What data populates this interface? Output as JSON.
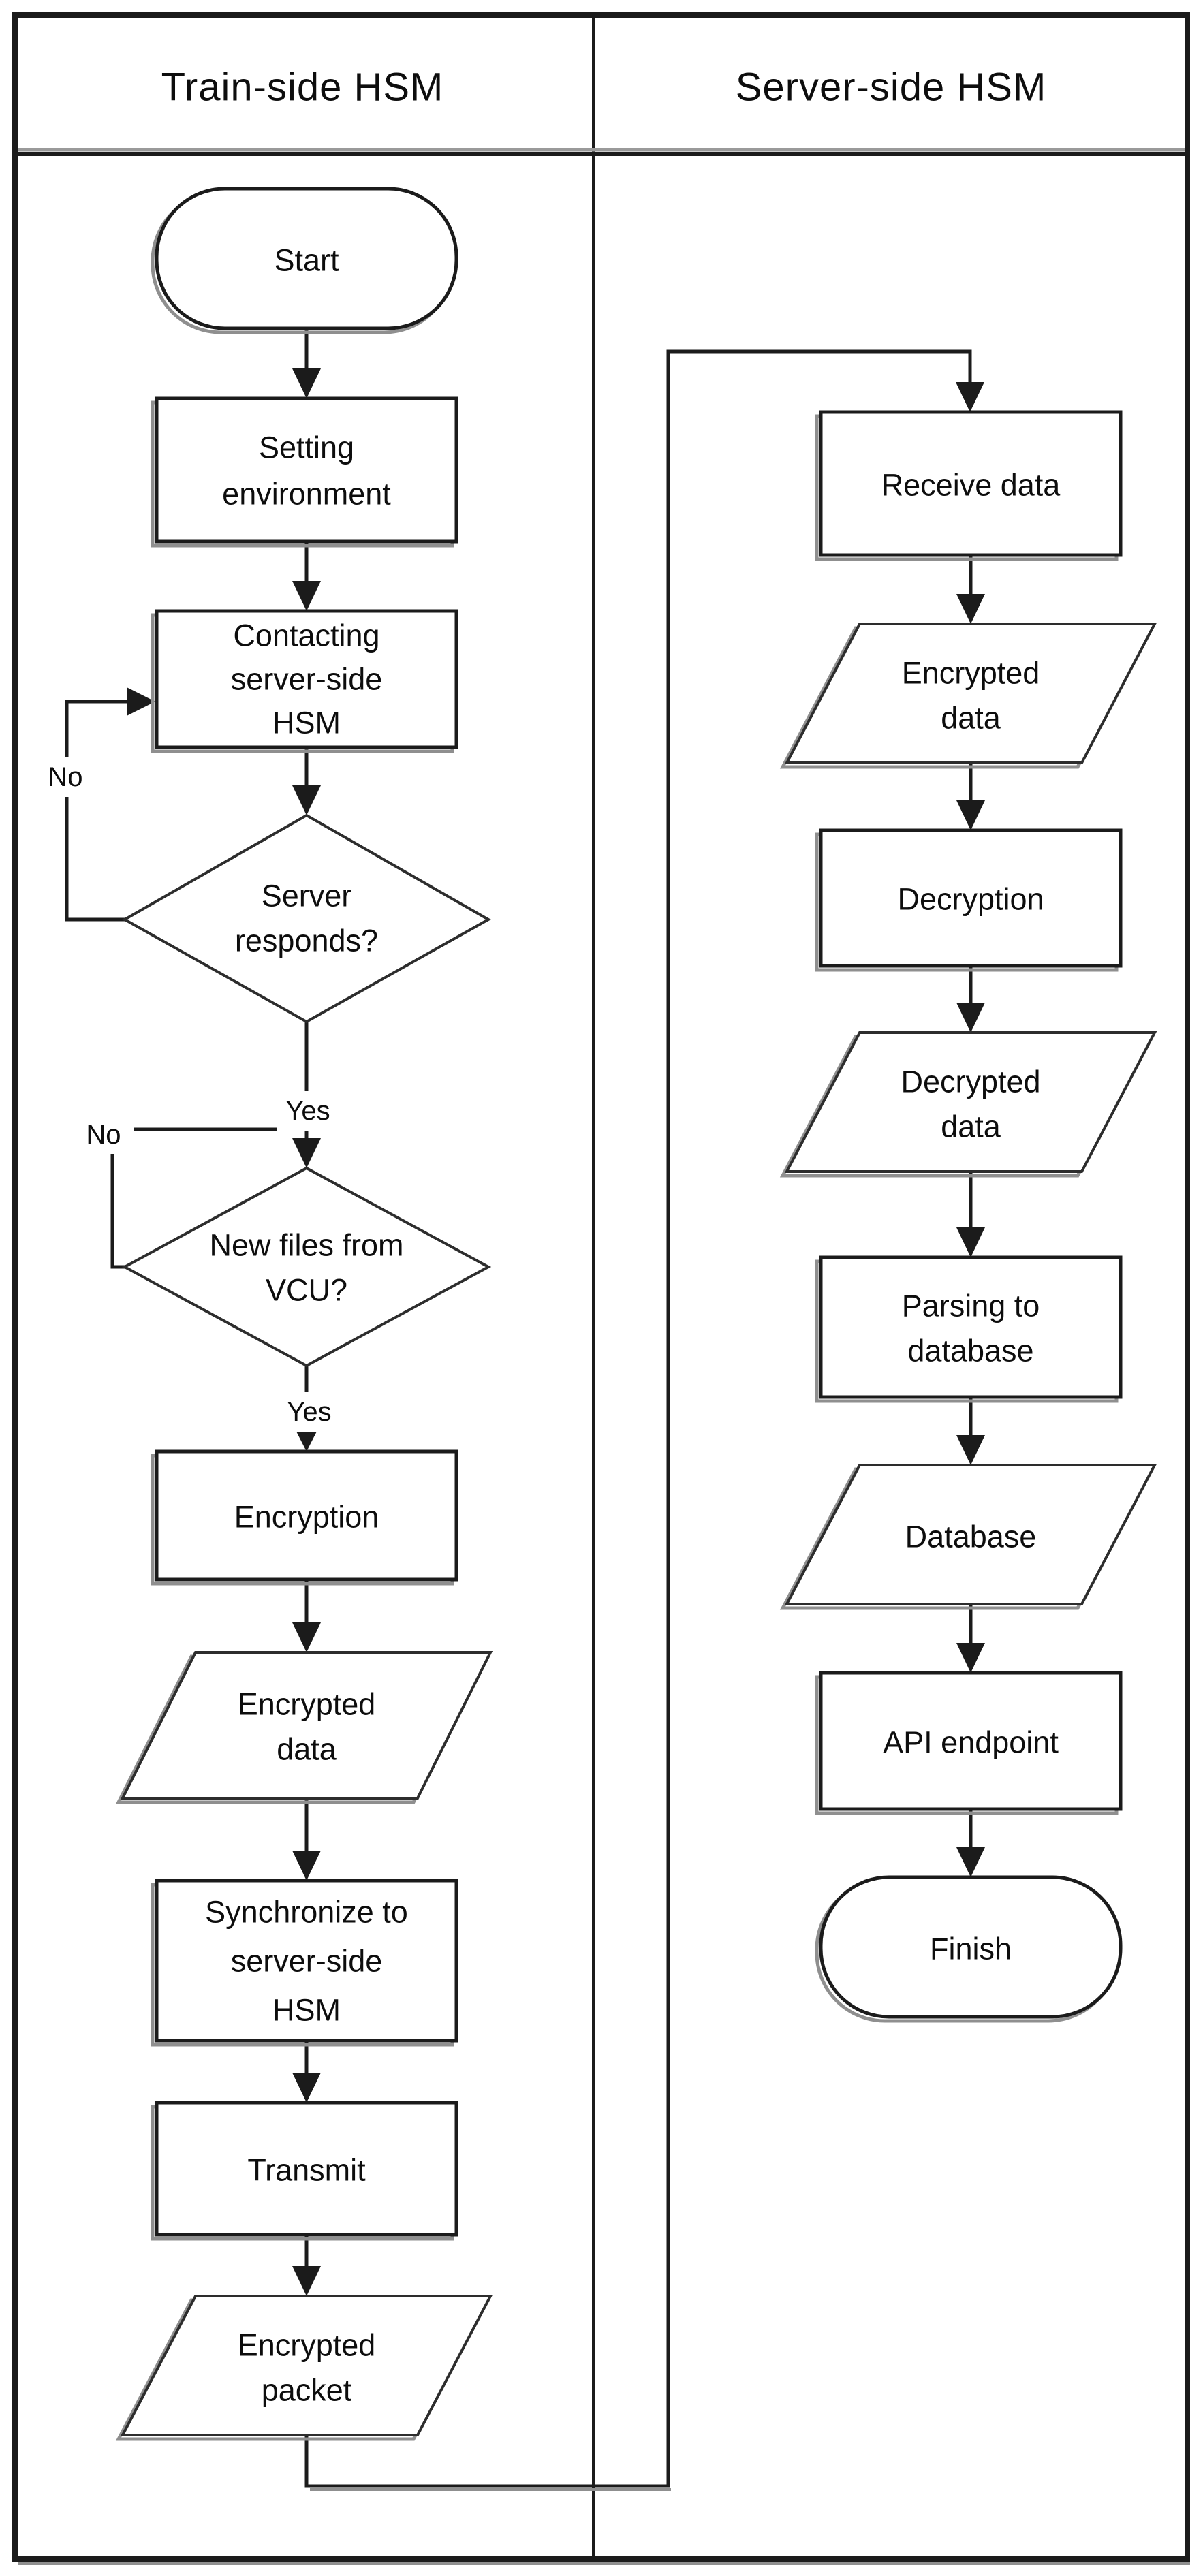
{
  "lanes": [
    {
      "title": "Train-side HSM",
      "nodes": [
        {
          "id": "start",
          "type": "terminator",
          "lines": [
            "Start"
          ]
        },
        {
          "id": "setting-environment",
          "type": "process",
          "lines": [
            "Setting",
            "environment"
          ]
        },
        {
          "id": "contacting-server-side-hsm",
          "type": "process",
          "lines": [
            "Contacting",
            "server-side",
            "HSM"
          ]
        },
        {
          "id": "server-responds",
          "type": "decision",
          "lines": [
            "Server",
            "responds?"
          ]
        },
        {
          "id": "new-files-from-vcu",
          "type": "decision",
          "lines": [
            "New files from",
            "VCU?"
          ]
        },
        {
          "id": "encryption",
          "type": "process",
          "lines": [
            "Encryption"
          ]
        },
        {
          "id": "encrypted-data",
          "type": "data",
          "lines": [
            "Encrypted",
            "data"
          ]
        },
        {
          "id": "synchronize-to-server-side-hsm",
          "type": "process",
          "lines": [
            "Synchronize to",
            "server-side",
            "HSM"
          ]
        },
        {
          "id": "transmit",
          "type": "process",
          "lines": [
            "Transmit"
          ]
        },
        {
          "id": "encrypted-packet",
          "type": "data",
          "lines": [
            "Encrypted",
            "packet"
          ]
        }
      ]
    },
    {
      "title": "Server-side HSM",
      "nodes": [
        {
          "id": "receive-data",
          "type": "process",
          "lines": [
            "Receive data"
          ]
        },
        {
          "id": "encrypted-data",
          "type": "data",
          "lines": [
            "Encrypted",
            "data"
          ]
        },
        {
          "id": "decryption",
          "type": "process",
          "lines": [
            "Decryption"
          ]
        },
        {
          "id": "decrypted-data",
          "type": "data",
          "lines": [
            "Decrypted",
            "data"
          ]
        },
        {
          "id": "parsing-to-database",
          "type": "process",
          "lines": [
            "Parsing to",
            "database"
          ]
        },
        {
          "id": "database",
          "type": "data",
          "lines": [
            "Database"
          ]
        },
        {
          "id": "api-endpoint",
          "type": "process",
          "lines": [
            "API endpoint"
          ]
        },
        {
          "id": "finish",
          "type": "terminator",
          "lines": [
            "Finish"
          ]
        }
      ]
    }
  ],
  "edge_labels": {
    "yes_server_responds": "Yes",
    "no_server_responds": "No",
    "yes_new_files": "Yes",
    "no_new_files": "No"
  },
  "colors": {
    "line": "#1b1b1b",
    "shadow": "#8f8f8f",
    "text": "#0d0d0d",
    "background": "#ffffff"
  }
}
